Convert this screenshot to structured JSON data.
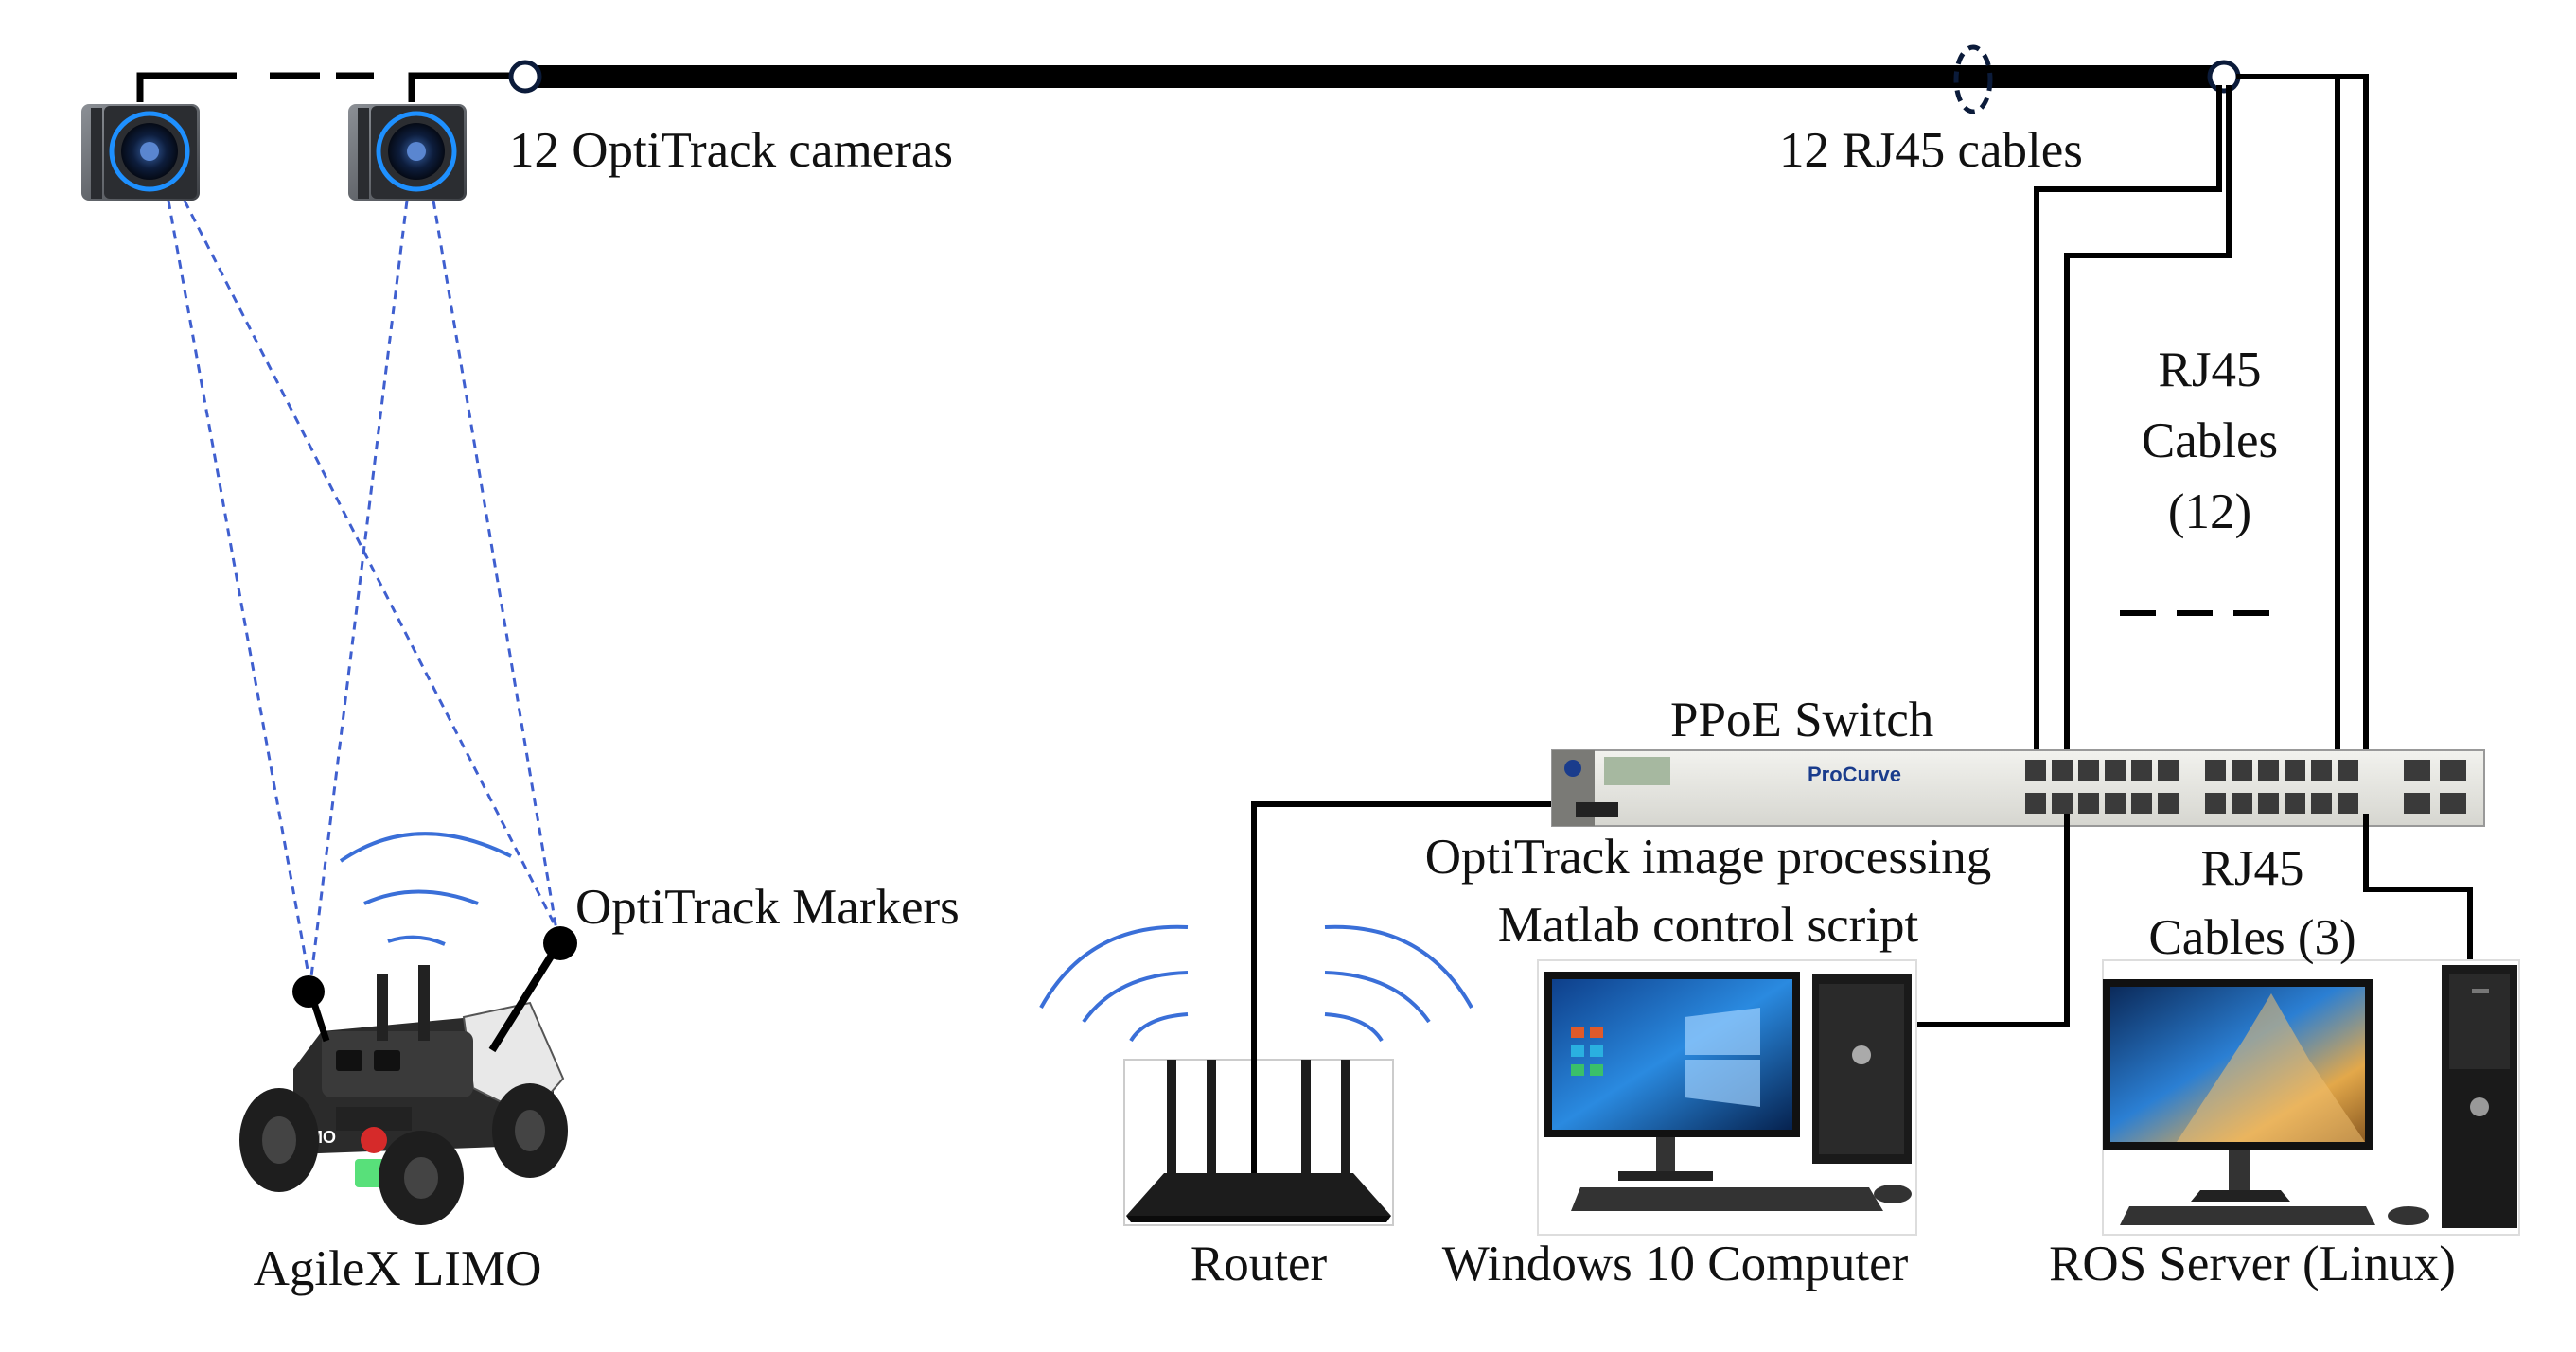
{
  "labels": {
    "cameras": "12 OptiTrack cameras",
    "rj45_top": "12 RJ45 cables",
    "rj45_12_line1": "RJ45",
    "rj45_12_line2": "Cables",
    "rj45_12_line3": "(12)",
    "switch": "PPoE Switch",
    "processing_line1": "OptiTrack image processing",
    "processing_line2": "Matlab control script",
    "rj45_3_line1": "RJ45",
    "rj45_3_line2": "Cables (3)",
    "markers": "OptiTrack Markers",
    "robot": "AgileX LIMO",
    "router": "Router",
    "windows": "Windows 10 Computer",
    "ros": "ROS Server (Linux)"
  },
  "switch_brand": "ProCurve",
  "robot_badge": "LIMO",
  "colors": {
    "cable": "#000000",
    "sight_lines": "#3f5fcf",
    "wifi": "#3a6fd8",
    "camera_ring": "#1e90ff",
    "screen_blue": "#1a73c8"
  },
  "icons": [
    "camera-icon",
    "robot-icon",
    "router-icon",
    "switch-icon",
    "desktop-computer-icon",
    "server-computer-icon",
    "wifi-signal-icon"
  ]
}
